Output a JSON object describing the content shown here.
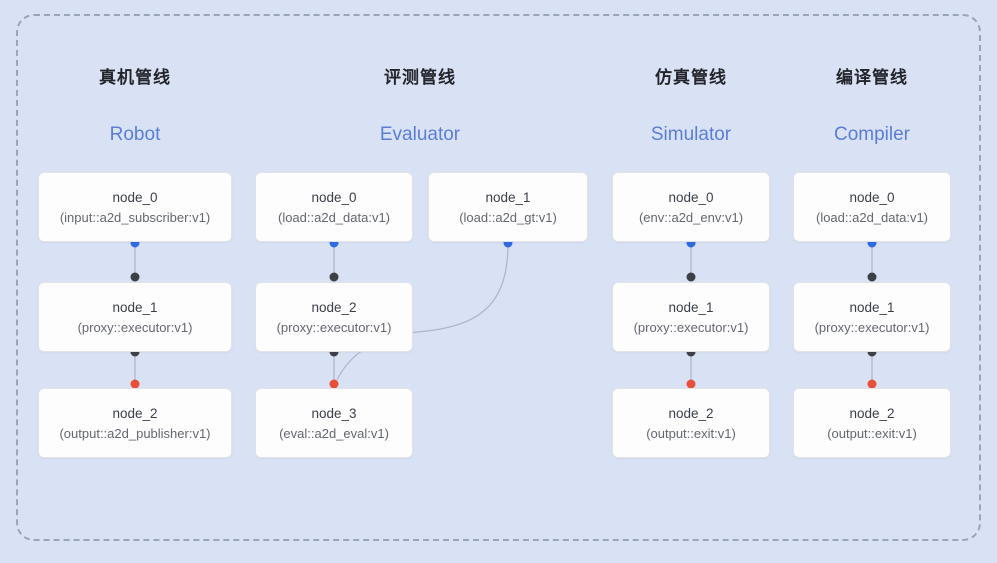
{
  "colors": {
    "background": "#d9e2f5",
    "frame_border": "#9aa4ba",
    "node_bg": "#fdfdfe",
    "node_border": "#e1e3e8",
    "edge": "#aeb8cb",
    "port_blue": "#2f6ce5",
    "port_black": "#3d4045",
    "port_red": "#e84f38",
    "title_en": "#5b7dd8",
    "title_zh": "#23252b"
  },
  "pipelines": [
    {
      "title_zh": "真机管线",
      "title_en": "Robot",
      "nodes": [
        {
          "name": "node_0",
          "type": "(input::a2d_subscriber:v1)"
        },
        {
          "name": "node_1",
          "type": "(proxy::executor:v1)"
        },
        {
          "name": "node_2",
          "type": "(output::a2d_publisher:v1)"
        }
      ]
    },
    {
      "title_zh": "评测管线",
      "title_en": "Evaluator",
      "nodes": [
        {
          "name": "node_0",
          "type": "(load::a2d_data:v1)"
        },
        {
          "name": "node_1",
          "type": "(load::a2d_gt:v1)"
        },
        {
          "name": "node_2",
          "type": "(proxy::executor:v1)"
        },
        {
          "name": "node_3",
          "type": "(eval::a2d_eval:v1)"
        }
      ]
    },
    {
      "title_zh": "仿真管线",
      "title_en": "Simulator",
      "nodes": [
        {
          "name": "node_0",
          "type": "(env::a2d_env:v1)"
        },
        {
          "name": "node_1",
          "type": "(proxy::executor:v1)"
        },
        {
          "name": "node_2",
          "type": "(output::exit:v1)"
        }
      ]
    },
    {
      "title_zh": "编译管线",
      "title_en": "Compiler",
      "nodes": [
        {
          "name": "node_0",
          "type": "(load::a2d_data:v1)"
        },
        {
          "name": "node_1",
          "type": "(proxy::executor:v1)"
        },
        {
          "name": "node_2",
          "type": "(output::exit:v1)"
        }
      ]
    }
  ]
}
